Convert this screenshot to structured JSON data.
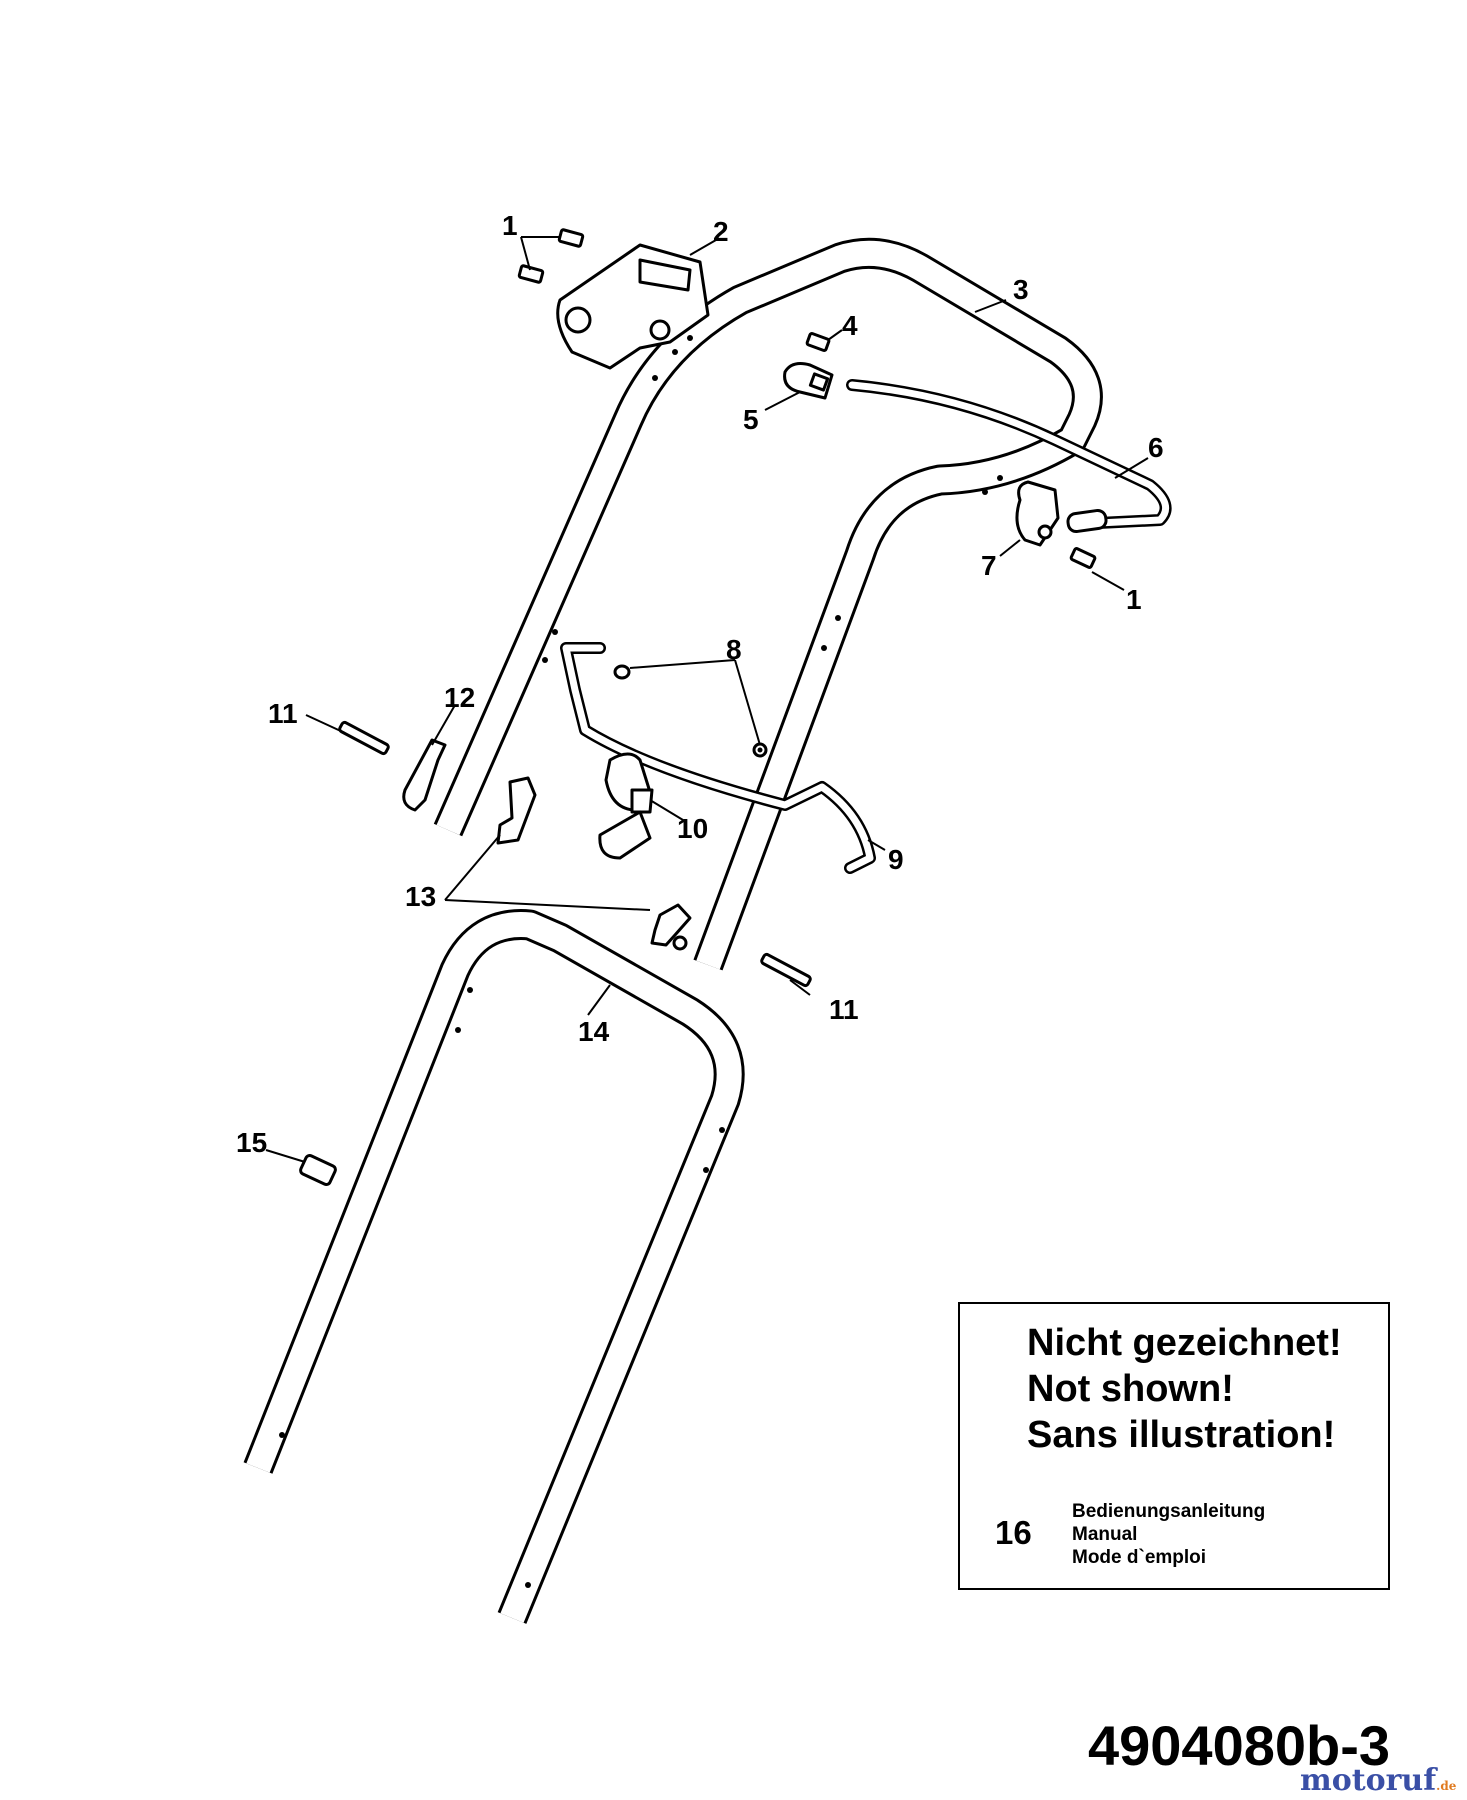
{
  "callouts": {
    "c1a": "1",
    "c1b": "1",
    "c2": "2",
    "c3": "3",
    "c4": "4",
    "c5": "5",
    "c6": "6",
    "c7": "7",
    "c8": "8",
    "c9": "9",
    "c10": "10",
    "c11a": "11",
    "c11b": "11",
    "c12": "12",
    "c13": "13",
    "c14": "14",
    "c15": "15"
  },
  "note": {
    "line1": "Nicht gezeichnet!",
    "line2": "Not shown!",
    "line3": "Sans illustration!",
    "item_number": "16",
    "item_de": "Bedienungsanleitung",
    "item_en": "Manual",
    "item_fr": "Mode d`emploi"
  },
  "drawing_number": "4904080b-3",
  "watermark": {
    "text": "motoruf",
    "suffix": ".de"
  },
  "colors": {
    "line": "#000000",
    "background": "#ffffff",
    "watermark_blue": "#3a4fa6",
    "watermark_orange": "#e07a1f"
  }
}
